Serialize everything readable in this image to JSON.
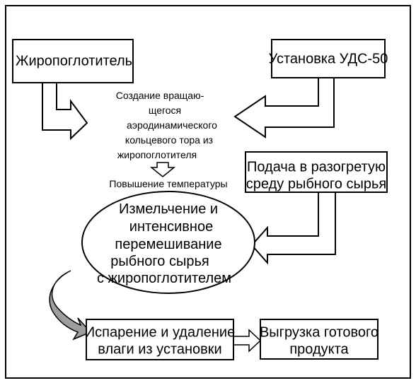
{
  "diagram": {
    "boxes": {
      "fat_absorber": "Жиропоглотитель",
      "installation": "Установка УДС-50",
      "feed_lines": [
        "Подача в разогретую",
        "среду рыбного сырья"
      ],
      "evaporation_lines": [
        "Испарение и удаление",
        "влаги из установки"
      ],
      "unload_lines": [
        "Выгрузка готового",
        "продукта"
      ]
    },
    "creation_text_lines": [
      "Создание вращаю-",
      "щегося",
      "аэродинамического",
      "кольцевого тора из",
      "жиропоглотителя"
    ],
    "temperature_text": "Повышение температуры",
    "oval_text_lines": [
      "Измельчение и",
      "интенсивное",
      "перемешивание",
      "рыбного сырья",
      "с жиропоглотителем"
    ]
  }
}
